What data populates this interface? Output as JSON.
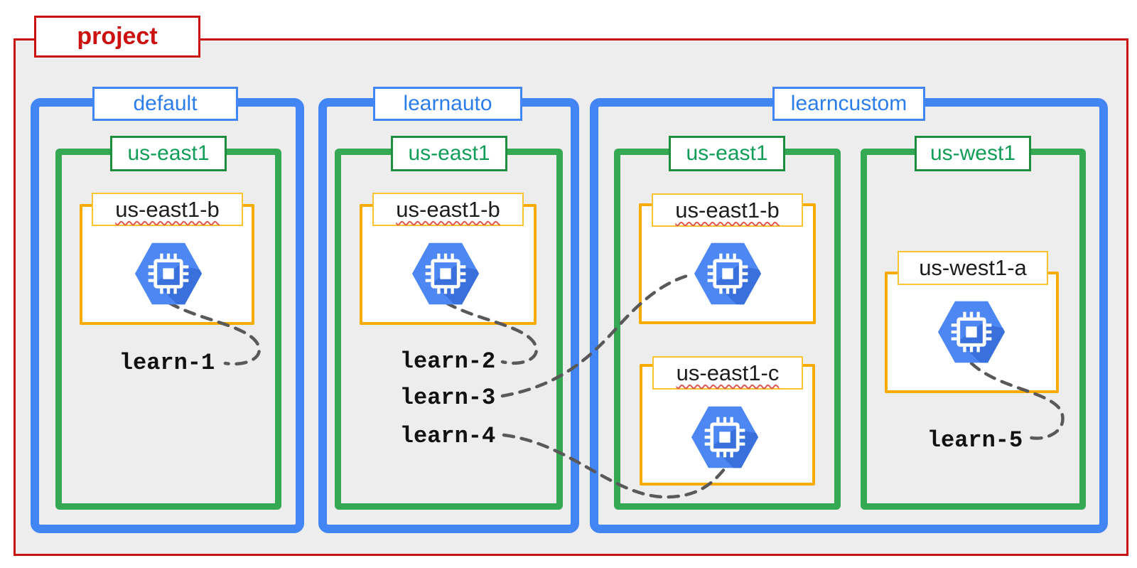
{
  "diagram": {
    "title_semantics": "GCP project with VPC networks, regions, zones and compute instances",
    "project": {
      "label": "project"
    },
    "networks": [
      {
        "label": "default",
        "regions": [
          {
            "label": "us-east1",
            "zones": [
              {
                "label": "us-east1-b",
                "instance": "learn-1",
                "misspelled_underline": true
              }
            ]
          }
        ]
      },
      {
        "label": "learnauto",
        "regions": [
          {
            "label": "us-east1",
            "zones": [
              {
                "label": "us-east1-b",
                "instance": "learn-2",
                "misspelled_underline": true
              }
            ]
          }
        ]
      },
      {
        "label": "learncustom",
        "regions": [
          {
            "label": "us-east1",
            "zones": [
              {
                "label": "us-east1-b",
                "instance": "learn-3",
                "misspelled_underline": true
              },
              {
                "label": "us-east1-c",
                "instance": "learn-4",
                "misspelled_underline": true
              }
            ]
          },
          {
            "label": "us-west1",
            "zones": [
              {
                "label": "us-west1-a",
                "instance": "learn-5",
                "misspelled_underline": false
              }
            ]
          }
        ]
      }
    ],
    "icons": {
      "instance_icon": "compute-engine-hexagon-chip"
    },
    "colors": {
      "project_border": "#cc1210",
      "network_border": "#4285f4",
      "network_text": "#2b7de9",
      "region_border": "#34a853",
      "region_label_border": "#1e8e3e",
      "region_text": "#0f9d58",
      "zone_border": "#f9ab00",
      "zone_label_border": "#fcc330",
      "instance_fill": "#4c87f3",
      "instance_shadow": "#3a70dc",
      "connector": "#595959",
      "project_background": "#ededed",
      "misspell_underline": "#e0584e"
    }
  }
}
